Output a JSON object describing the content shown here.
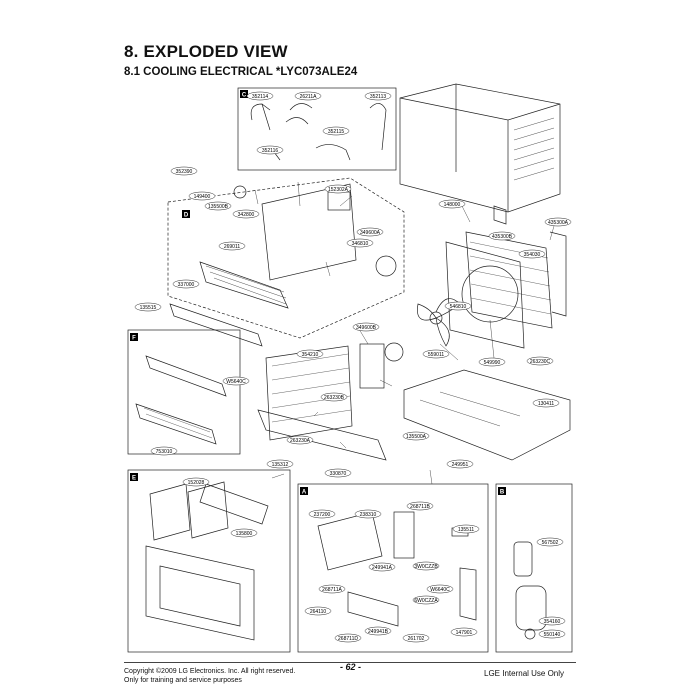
{
  "header": {
    "title": "8. EXPLODED VIEW",
    "subtitle": "8.1 COOLING ELECTRICAL *LYC073ALE24"
  },
  "box_letters": [
    "C",
    "D",
    "F",
    "E",
    "A",
    "B"
  ],
  "part_labels": {
    "p352114": "352114",
    "p26211A": "26211A",
    "p352113": "352113",
    "p352115": "352115",
    "p352116": "352116",
    "p352390": "352390",
    "p149400": "149400",
    "p135500B": "135500B",
    "p342800": "342800",
    "p152302A": "152302A",
    "p148000": "148000",
    "p435300A": "435300A",
    "p435300B": "435300B",
    "p349600A": "349600A",
    "p346810": "346810",
    "p269011": "269011",
    "p354030": "354030",
    "p337000": "337000",
    "p546810": "546810",
    "p135515": "135515",
    "p349600B": "349600B",
    "p559011": "559011",
    "p549990": "549990",
    "p263230C": "263230C",
    "p354210": "354210",
    "p130411": "130411",
    "pW5640C": "W5640C",
    "p263230B": "263230B",
    "p263230A": "263230A",
    "p135500A": "135500A",
    "p753010": "753010",
    "p135312": "135312",
    "p330870": "330870",
    "p249951": "249951",
    "p152028": "152028",
    "p135800": "135800",
    "p237200": "237200",
    "p238310": "238310",
    "p268711B": "268711B",
    "p135511": "135511",
    "p567502": "567502",
    "p249941A": "249941A",
    "p3W0CZZB": "3W0CZZB",
    "p268711A": "268711A",
    "p264110": "264110",
    "pW6640C": "W6640C",
    "p6W0CZZA": "6W0CZZA",
    "p354160": "354160",
    "p249941B": "249941B",
    "p268711D": "268711D",
    "p261702": "261702",
    "p147901": "147901",
    "p550140": "550140"
  },
  "footer": {
    "copyright": "Copyright ©2009 LG Electronics. Inc. All right reserved.",
    "usage": "Only for training and service purposes",
    "page_number": "- 62 -",
    "internal": "LGE Internal Use Only"
  }
}
